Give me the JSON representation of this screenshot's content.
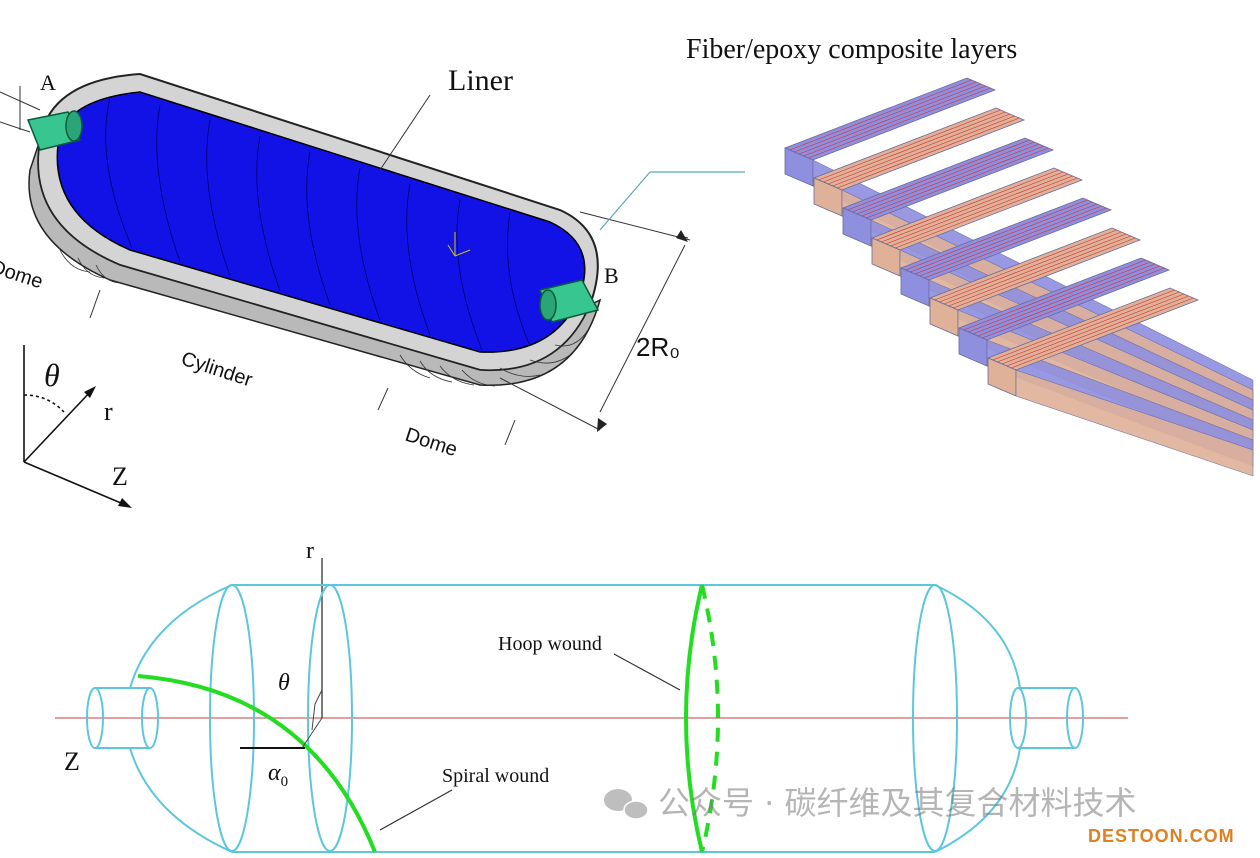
{
  "top_left": {
    "label_a": "A",
    "label_b": "B",
    "liner": "Liner",
    "dome_left": "Dome",
    "cylinder": "Cylinder",
    "dome_right": "Dome",
    "diameter": "2R₀",
    "axis_theta": "θ",
    "axis_r": "r",
    "axis_z": "Z",
    "colors": {
      "liner_fill": "#1010e0",
      "shell": "#c8c8c8",
      "boss": "#2fbf8a"
    }
  },
  "top_right": {
    "title": "Fiber/epoxy composite layers",
    "colors": {
      "blue_layer": "#8f8fe0",
      "tan_layer": "#dfb199",
      "fiber_line": "#d03030"
    }
  },
  "bottom": {
    "axis_r": "r",
    "axis_z": "Z",
    "theta": "θ",
    "alpha": "α",
    "alpha_sub": "0",
    "hoop": "Hoop wound",
    "spiral": "Spiral wound",
    "colors": {
      "outline": "#5cc7dc",
      "winding": "#22dd22",
      "axis": "#c04040"
    }
  },
  "watermarks": {
    "wechat": "公众号 · 碳纤维及其复合材料技术",
    "site": "DESTOON.COM"
  }
}
